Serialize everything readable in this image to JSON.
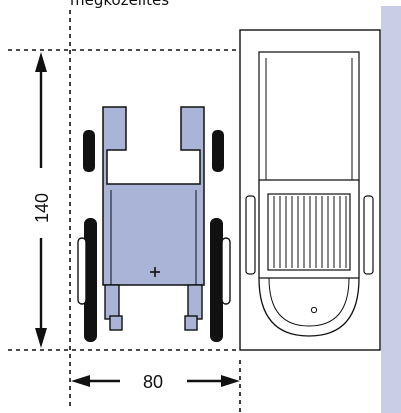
{
  "caption": "megközelítés",
  "dimensions": {
    "depth_label": "140",
    "width_label": "80"
  },
  "colors": {
    "wheelchair_fill": "#a9b4d6",
    "wall_strip": "#c9cde6",
    "outline": "#111111"
  },
  "icons": {
    "center_mark": "plus-sign",
    "seat_hole": "small-circle"
  }
}
